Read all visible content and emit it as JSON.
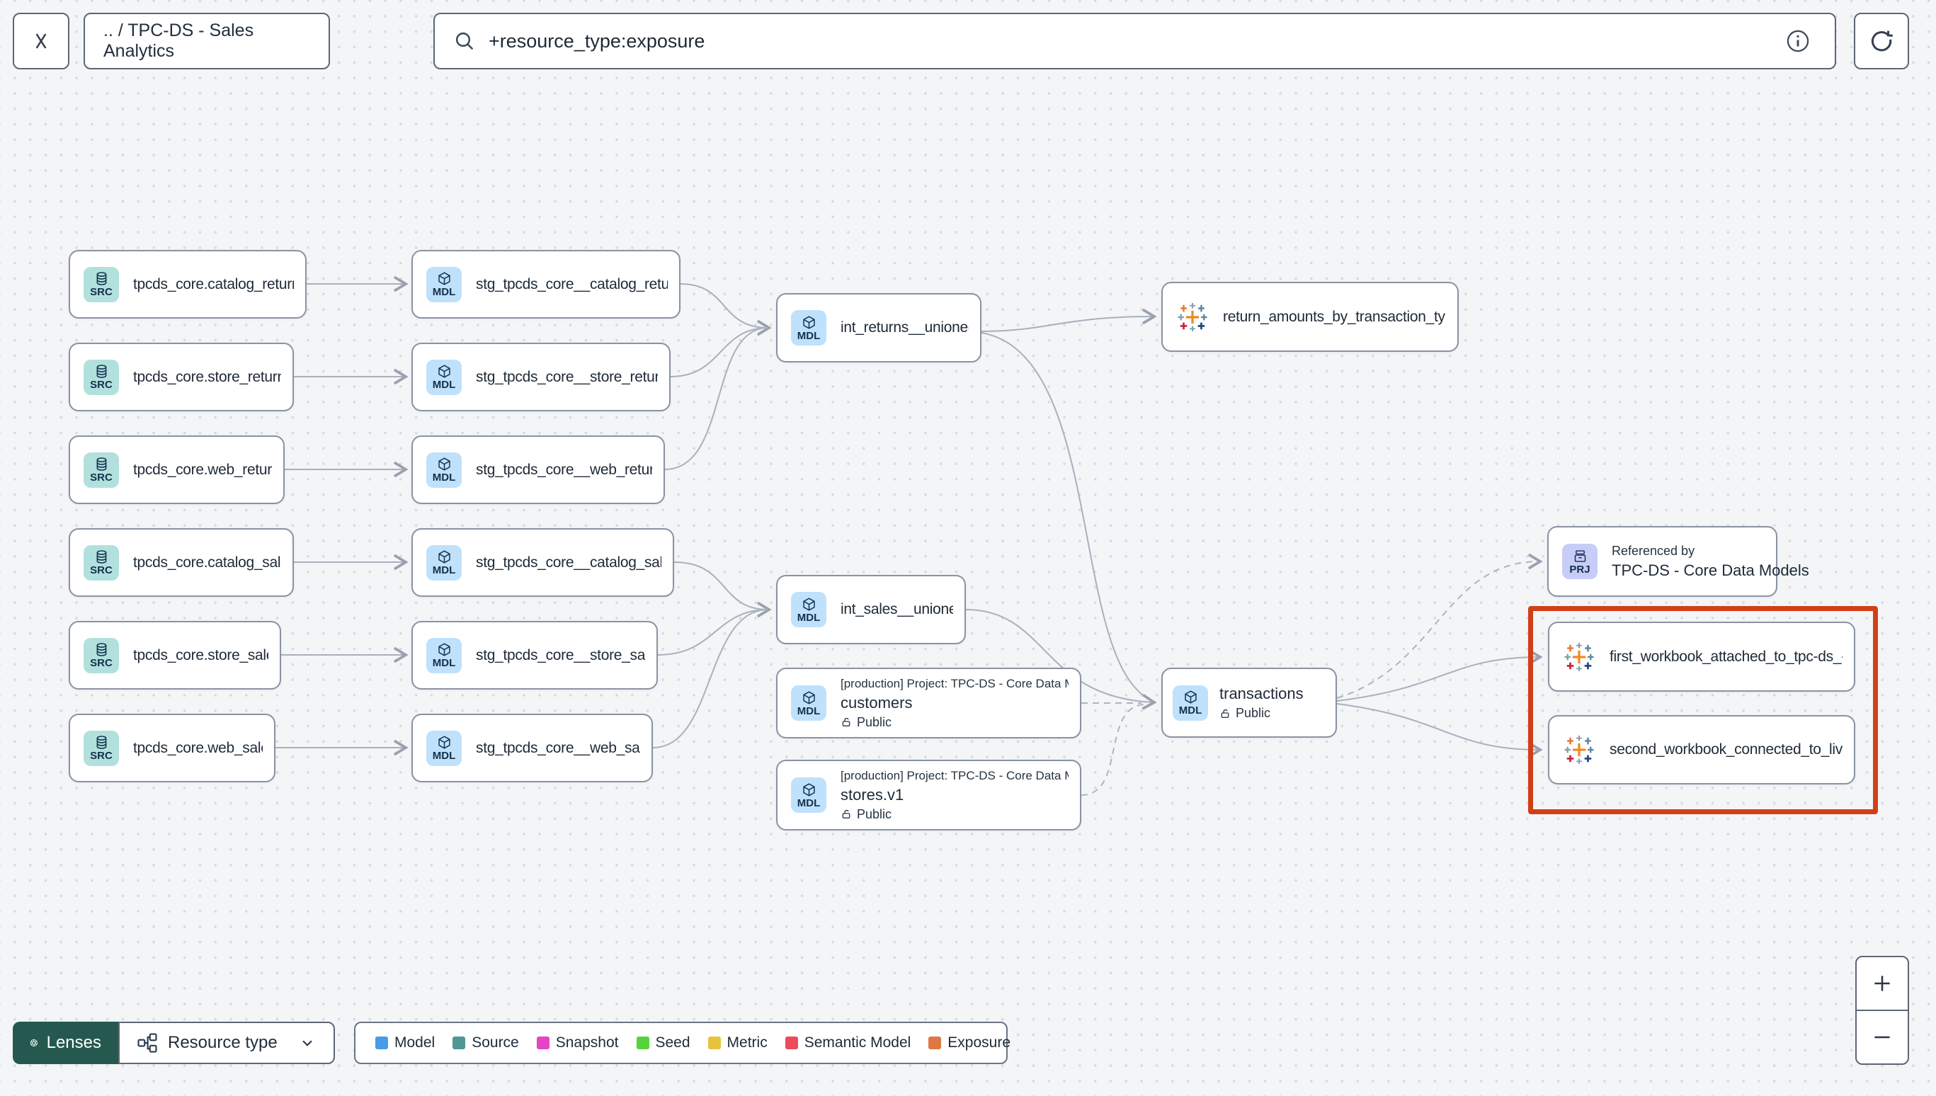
{
  "topbar": {
    "breadcrumb": ".. / TPC-DS - Sales Analytics",
    "search": {
      "value": "+resource_type:exposure"
    }
  },
  "badges": {
    "source": "SRC",
    "model": "MDL",
    "project": "PRJ"
  },
  "graph": {
    "sources": [
      "tpcds_core.catalog_returns",
      "tpcds_core.store_returns",
      "tpcds_core.web_returns",
      "tpcds_core.catalog_sales",
      "tpcds_core.store_sales",
      "tpcds_core.web_sales"
    ],
    "staging": [
      "stg_tpcds_core__catalog_returns",
      "stg_tpcds_core__store_returns",
      "stg_tpcds_core__web_returns",
      "stg_tpcds_core__catalog_sales",
      "stg_tpcds_core__store_sales",
      "stg_tpcds_core__web_sales"
    ],
    "int_returns": "int_returns__unioned",
    "int_sales": "int_sales__unioned",
    "customers": {
      "project": "[production] Project: TPC-DS - Core Data Mo…",
      "name": "customers",
      "access": "Public"
    },
    "stores": {
      "project": "[production] Project: TPC-DS - Core Data Mo…",
      "name": "stores.v1",
      "access": "Public"
    },
    "transactions": {
      "name": "transactions",
      "access": "Public"
    },
    "return_exposure": "return_amounts_by_transaction_type",
    "referenced_by": {
      "title": "Referenced by",
      "name": "TPC-DS - Core Data Models"
    },
    "workbooks": [
      "first_workbook_attached_to_tpc-ds_-_…",
      "second_workbook_connected_to_live…"
    ]
  },
  "footer": {
    "lenses_label": "Lenses",
    "resource_type_label": "Resource type",
    "legend": [
      {
        "label": "Model",
        "color": "#469ce8"
      },
      {
        "label": "Source",
        "color": "#4f9794"
      },
      {
        "label": "Snapshot",
        "color": "#e544c4"
      },
      {
        "label": "Seed",
        "color": "#57d23c"
      },
      {
        "label": "Metric",
        "color": "#e7c33c"
      },
      {
        "label": "Semantic Model",
        "color": "#ed4a5e"
      },
      {
        "label": "Exposure",
        "color": "#de7743"
      }
    ]
  }
}
